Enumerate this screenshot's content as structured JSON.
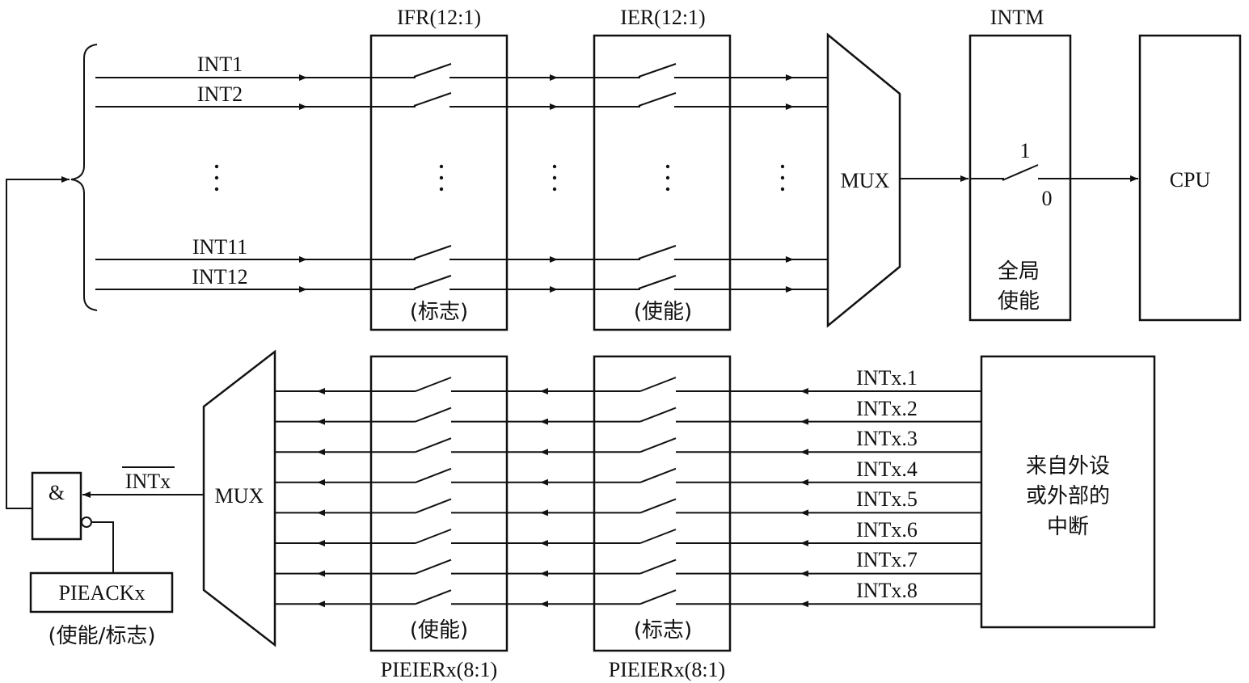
{
  "top": {
    "inputs": [
      "INT1",
      "INT2",
      "INT11",
      "INT12"
    ],
    "ifr": {
      "title": "IFR(12:1)",
      "caption": "(标志)"
    },
    "ier": {
      "title": "IER(12:1)",
      "caption": "(使能)"
    },
    "mux": "MUX",
    "intm": {
      "title": "INTM",
      "one": "1",
      "zero": "0",
      "caption_line1": "全局",
      "caption_line2": "使能"
    },
    "cpu": "CPU"
  },
  "bottom": {
    "inputs": [
      "INTx.1",
      "INTx.2",
      "INTx.3",
      "INTx.4",
      "INTx.5",
      "INTx.6",
      "INTx.7",
      "INTx.8"
    ],
    "source": {
      "line1": "来自外设",
      "line2": "或外部的",
      "line3": "中断"
    },
    "mid_reg": {
      "caption": "(标志)",
      "title": "PIEIERx(8:1)"
    },
    "left_reg": {
      "caption": "(使能)",
      "title": "PIEIERx(8:1)"
    },
    "mux": "MUX",
    "intx_bar": "INTx",
    "and_gate": "&",
    "pieack": "PIEACKx",
    "pieack_caption": "(使能/标志)"
  }
}
